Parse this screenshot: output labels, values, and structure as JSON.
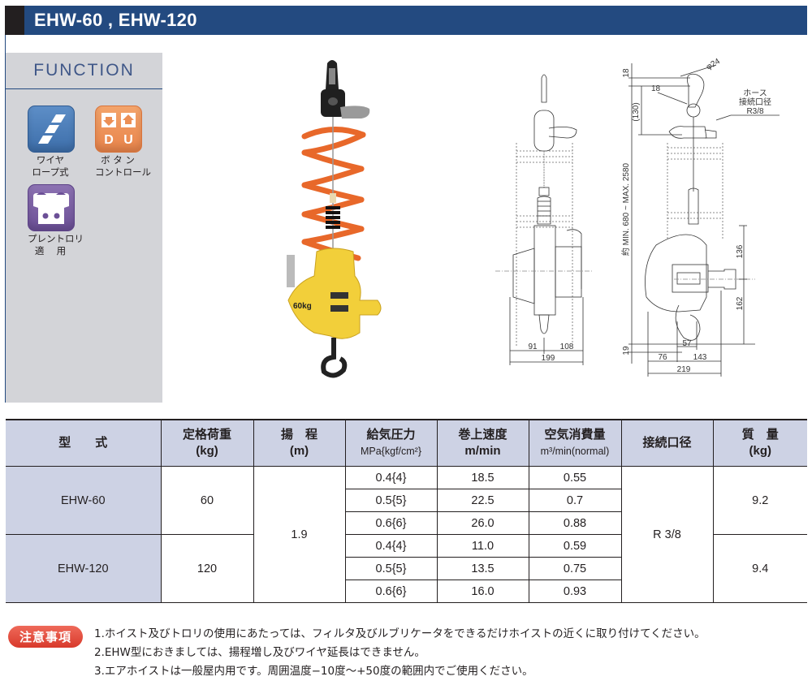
{
  "header": {
    "title": "EHW-60 , EHW-120",
    "color": "#234a80"
  },
  "function_panel": {
    "title": "FUNCTION",
    "items": [
      {
        "icon": "wire-rope-icon",
        "label": "ワイヤ\nロープ式",
        "color": "#4a7db9"
      },
      {
        "icon": "button-control-icon",
        "label": "ボ タ ン\nコントロール",
        "color": "#ec8f55",
        "glyphs": [
          "D",
          "U"
        ]
      },
      {
        "icon": "plain-trolley-icon",
        "label": "プレントロリ\n適　 用",
        "color": "#7a5fa5"
      }
    ]
  },
  "photo": {
    "alt": "EHW-60 air hoist with orange coiled hose and yellow body",
    "body_label": "60kg"
  },
  "drawing": {
    "front_view": {
      "dims": [
        "91",
        "108",
        "199"
      ]
    },
    "side_view": {
      "dims": [
        "18",
        "φ24",
        "18",
        "(130)",
        "約 MIN. 680 ~ MAX. 2580",
        "136",
        "162",
        "19",
        "57",
        "76",
        "143",
        "219"
      ],
      "hose_label": [
        "ホース",
        "接続口径",
        "R3/8"
      ]
    }
  },
  "table": {
    "headers": [
      {
        "main": "型　　式",
        "sub": ""
      },
      {
        "main": "定格荷重",
        "sub": "(kg)"
      },
      {
        "main": "揚　程",
        "sub": "(m)"
      },
      {
        "main": "給気圧力",
        "sub": "MPa{kgf/cm²}"
      },
      {
        "main": "巻上速度",
        "sub": "m/min"
      },
      {
        "main": "空気消費量",
        "sub": "m³/min(normal)"
      },
      {
        "main": "接続口径",
        "sub": ""
      },
      {
        "main": "質　量",
        "sub": "(kg)"
      }
    ],
    "models": [
      {
        "model": "EHW-60",
        "rated_load": "60",
        "mass": "9.2",
        "rows": [
          {
            "pressure": "0.4{4}",
            "speed": "18.5",
            "consumption": "0.55"
          },
          {
            "pressure": "0.5{5}",
            "speed": "22.5",
            "consumption": "0.7"
          },
          {
            "pressure": "0.6{6}",
            "speed": "26.0",
            "consumption": "0.88"
          }
        ]
      },
      {
        "model": "EHW-120",
        "rated_load": "120",
        "mass": "9.4",
        "rows": [
          {
            "pressure": "0.4{4}",
            "speed": "11.0",
            "consumption": "0.59"
          },
          {
            "pressure": "0.5{5}",
            "speed": "13.5",
            "consumption": "0.75"
          },
          {
            "pressure": "0.6{6}",
            "speed": "16.0",
            "consumption": "0.93"
          }
        ]
      }
    ],
    "lift": "1.9",
    "port": "R 3/8"
  },
  "notes": {
    "badge": "注意事項",
    "items": [
      "1.ホイスト及びトロリの使用にあたっては、フィルタ及びルブリケータをできるだけホイストの近くに取り付けてください。",
      "2.EHW型におきましては、揚程増し及びワイヤ延長はできません。",
      "3.エアホイストは一般屋内用です。周囲温度−10度〜+50度の範囲内でご使用ください。"
    ]
  }
}
